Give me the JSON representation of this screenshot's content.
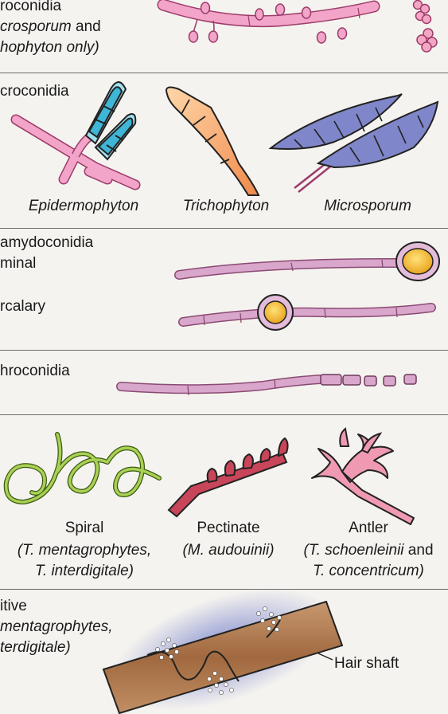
{
  "sections": {
    "microconidia": {
      "l1": "roconidia",
      "l2_italic": "crosporum",
      "l2_plain": " and",
      "l3_italic": "hophyton",
      "l3_plain": " only)"
    },
    "macroconidia": {
      "label": "croconidia",
      "captions": [
        "Epidermophyton",
        "Trichophyton",
        "Microsporum"
      ]
    },
    "chlamydoconidia": {
      "label": "amydoconidia",
      "terminal": "minal",
      "intercalary": "rcalary"
    },
    "arthroconidia": {
      "label": "hroconidia"
    },
    "hyphae": {
      "items": [
        {
          "name": "Spiral",
          "note1": "(T. mentagrophytes,",
          "note2": "T. interdigitale)"
        },
        {
          "name": "Pectinate",
          "note1": "(M. audouinii)",
          "note2": ""
        },
        {
          "name": "Antler",
          "note1_italic": "(T. schoenleinii",
          "note1_plain": " and",
          "note2": "T. concentricum)"
        }
      ]
    },
    "perforation": {
      "l1": "itive",
      "l2": "mentagrophytes,",
      "l3": "terdigitale)",
      "hair_label": "Hair shaft"
    }
  },
  "colors": {
    "hypha": "#e8a3c6",
    "hypha_dark": "#9c3b6a",
    "spiral": "#8db83f",
    "pectinate": "#c9455a",
    "antler": "#ef9ab2",
    "macro_blue": "#3fb6d6",
    "trich_orange": "#f2a66a",
    "micro_violet": "#7f86c9",
    "chlamydo_yellow": "#f4b933",
    "hair_brown": "#a87550",
    "halo_blue": "#6b78c8",
    "divider": "#6b6b6b"
  }
}
